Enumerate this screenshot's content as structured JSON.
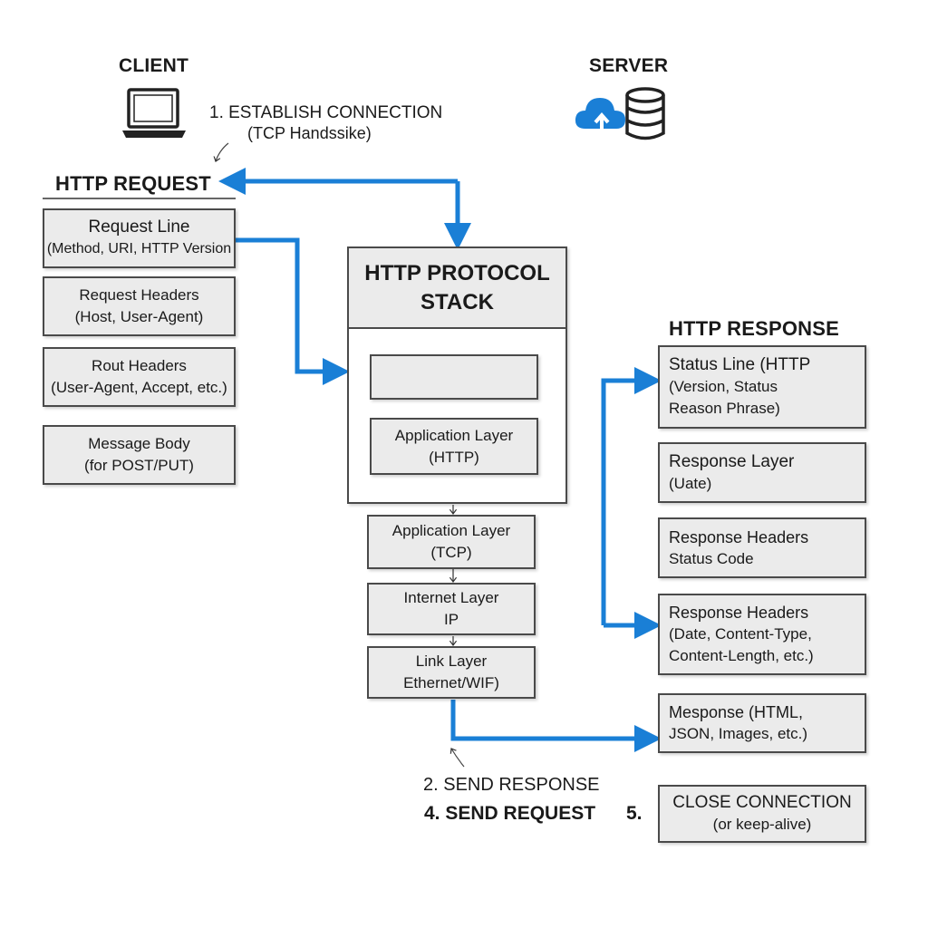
{
  "client": {
    "label": "CLIENT",
    "icon": "laptop-icon"
  },
  "server": {
    "label": "SERVER",
    "icons": [
      "cloud-upload-icon",
      "database-icon"
    ]
  },
  "colors": {
    "accent": "#1a7fd6",
    "box_fill": "#ebebeb",
    "box_border": "#4a4a4a"
  },
  "step1": {
    "title": "1. ESTABLISH CONNECTION",
    "sub": "(TCP Handssike)"
  },
  "request": {
    "heading": "HTTP REQUEST",
    "items": [
      {
        "l1": "Request Line",
        "l2": "(Method, URI, HTTP Version"
      },
      {
        "l1": "Request Headers",
        "l2": "(Host, User-Agent)"
      },
      {
        "l1": "Rout Headers",
        "l2": "(User-Agent, Accept, etc.)"
      },
      {
        "l1": "Message Body",
        "l2": "(for POST/PUT)"
      }
    ]
  },
  "stack": {
    "title_line1": "HTTP PROTOCOL",
    "title_line2": "STACK",
    "inner_empty": "",
    "inner_app": {
      "l1": "Application Layer",
      "l2": "(HTTP)"
    },
    "layers": [
      {
        "l1": "Application Layer",
        "l2": "(TCP)"
      },
      {
        "l1": "Internet Layer",
        "l2": "IP"
      },
      {
        "l1": "Link Layer",
        "l2": "Ethernet/WIF)"
      }
    ]
  },
  "response": {
    "heading": "HTTP RESPONSE",
    "items": [
      {
        "l1": "Status Line (HTTP",
        "l2": "(Version, Status",
        "l3": "Reason Phrase)"
      },
      {
        "l1": "Response Layer",
        "l2": "(Uate)"
      },
      {
        "l1": "Response Headers",
        "l2": "Status Code"
      },
      {
        "l1": "Response Headers",
        "l2": "(Date, Content-Type,",
        "l3": "Content-Length, etc.)"
      },
      {
        "l1": "Mesponse (HTML,",
        "l2": "JSON, Images, etc.)"
      }
    ]
  },
  "steps": {
    "send_response": "2. SEND RESPONSE",
    "send_request": "4. SEND REQUEST",
    "five": "5.",
    "close_l1": "CLOSE CONNECTION",
    "close_l2": "(or keep-alive)"
  }
}
